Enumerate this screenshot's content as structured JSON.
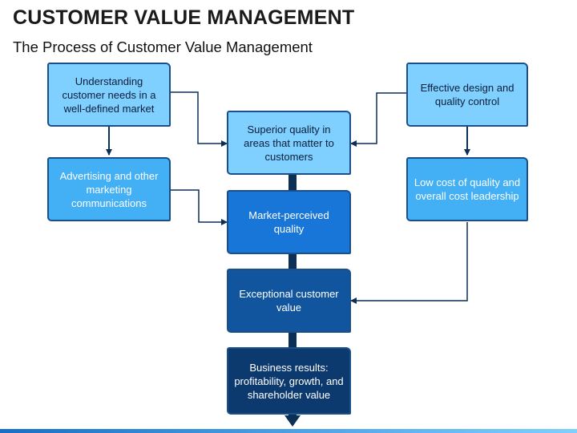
{
  "header": {
    "title": "CUSTOMER VALUE MANAGEMENT",
    "subtitle": "The Process of Customer Value Management"
  },
  "colors": {
    "light": "#7fd0ff",
    "mid": "#43aff4",
    "blue": "#1776d8",
    "dark": "#10559e",
    "navy": "#0c3a6e",
    "spine": "#0c2f55"
  },
  "boxes": {
    "understanding": "Understanding customer needs in a well-defined market",
    "advertising": "Advertising and other marketing communications",
    "superior_quality": "Superior quality in areas that matter to customers",
    "market_perceived": "Market-perceived quality",
    "exceptional_value": "Exceptional customer value",
    "business_results": "Business results: profitability, growth, and shareholder value",
    "effective_design": "Effective design and quality control",
    "low_cost": "Low cost of quality and overall cost leadership"
  }
}
